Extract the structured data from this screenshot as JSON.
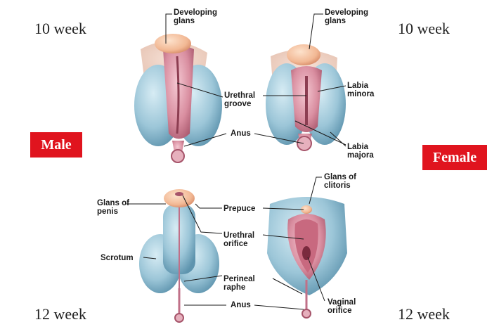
{
  "weeks": {
    "top_left": "10 week",
    "top_right": "10 week",
    "bottom_left": "12 week",
    "bottom_right": "12 week"
  },
  "sex_labels": {
    "male": "Male",
    "female": "Female"
  },
  "labels": {
    "developing_glans_male": [
      "Developing",
      "glans"
    ],
    "developing_glans_female": [
      "Developing",
      "glans"
    ],
    "urethral_groove": [
      "Urethral",
      "groove"
    ],
    "anus_top": "Anus",
    "labia_minora": [
      "Labia",
      "minora"
    ],
    "labia_majora": [
      "Labia",
      "majora"
    ],
    "glans_of_penis": [
      "Glans of",
      "penis"
    ],
    "prepuce": "Prepuce",
    "urethral_orifice": [
      "Urethral",
      "orifice"
    ],
    "scrotum": "Scrotum",
    "perineal_raphe": [
      "Perineal",
      "raphe"
    ],
    "anus_bottom": "Anus",
    "glans_of_clitoris": [
      "Glans of",
      "clitoris"
    ],
    "vaginal_orifice": [
      "Vaginal",
      "orifice"
    ]
  },
  "colors": {
    "label_background": "#e0141e",
    "swelling_blue": "#9cc6d8",
    "fold_pink": "#d98ea0",
    "glans_peach": "#f2b894",
    "leader_line": "#1a1a1a"
  }
}
